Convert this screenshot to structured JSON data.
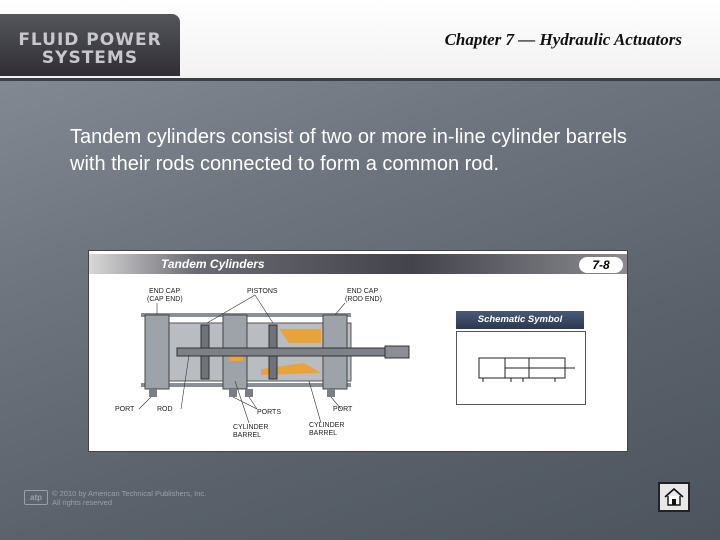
{
  "header": {
    "logo_line1": "FLUID POWER",
    "logo_line2": "SYSTEMS",
    "chapter_title": "Chapter 7 — Hydraulic Actuators"
  },
  "slide": {
    "body_text": "Tandem cylinders consist of two or more in-line cylinder barrels with their rods connected to form a common rod."
  },
  "figure": {
    "title": "Tandem Cylinders",
    "number": "7-8",
    "labels": {
      "end_cap_cap": "END CAP",
      "end_cap_cap_sub": "(CAP END)",
      "pistons": "PISTONS",
      "end_cap_rod": "END CAP",
      "end_cap_rod_sub": "(ROD END)",
      "port_left": "PORT",
      "rod": "ROD",
      "ports": "PORTS",
      "port_right": "PORT",
      "cylinder_barrel_1": "CYLINDER",
      "cylinder_barrel_1_sub": "BARREL",
      "cylinder_barrel_2": "CYLINDER",
      "cylinder_barrel_2_sub": "BARREL"
    },
    "schematic_label": "Schematic Symbol"
  },
  "footer": {
    "publisher_logo": "atp",
    "copyright_line1": "© 2010 by American Technical Publishers, Inc.",
    "copyright_line2": "All rights reserved"
  },
  "colors": {
    "background": "#6f7680",
    "header_bg": "#ffffff",
    "logo_bg": "#3a3a40",
    "fluid": "#e8a33a"
  },
  "icons": {
    "home": "home-icon"
  }
}
